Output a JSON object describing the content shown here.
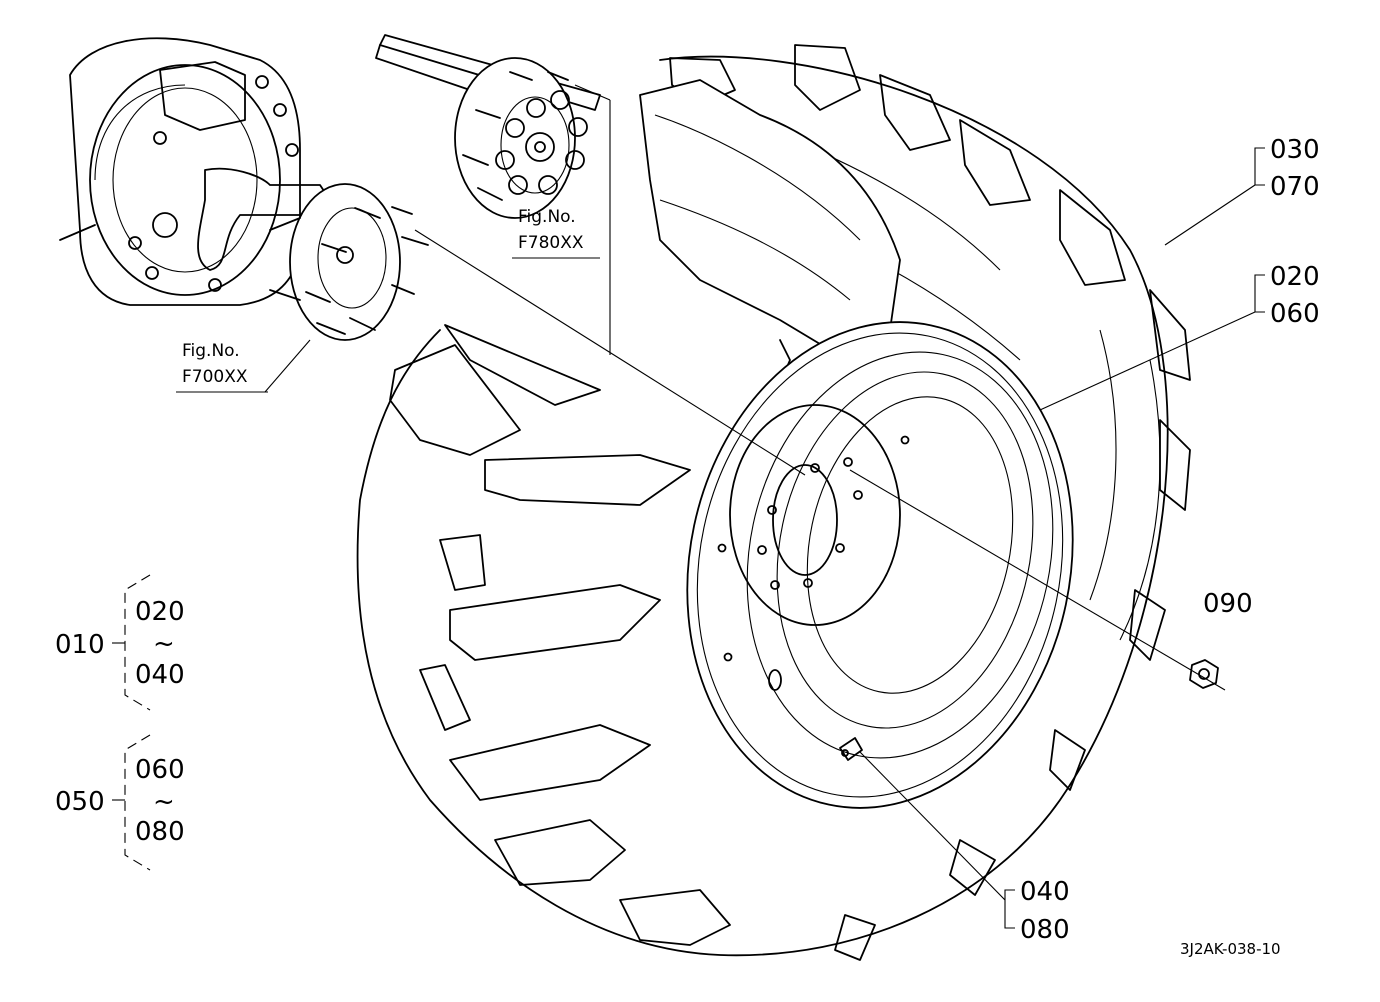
{
  "figure_refs": [
    {
      "label": "Fig.No.",
      "number": "F780XX"
    },
    {
      "label": "Fig.No.",
      "number": "F700XX"
    }
  ],
  "callouts": {
    "c030": "030",
    "c070": "070",
    "c020": "020",
    "c060": "060",
    "c090": "090",
    "c040": "040",
    "c080": "080"
  },
  "groups": [
    {
      "id": "010",
      "from": "020",
      "sep": "~",
      "to": "040"
    },
    {
      "id": "050",
      "from": "060",
      "sep": "~",
      "to": "080"
    }
  ],
  "drawing_code": "3J2AK-038-10"
}
